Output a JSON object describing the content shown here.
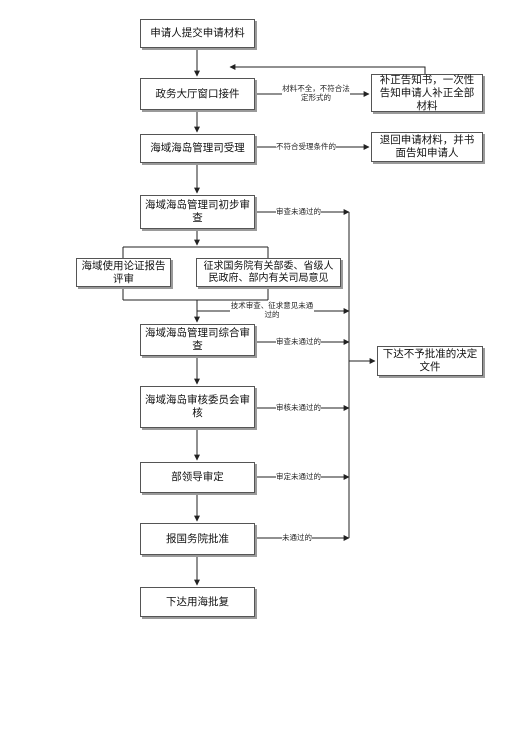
{
  "nodes": {
    "submit": "申请人提交申请材料",
    "window": "政务大厅窗口接件",
    "supplement": "补正告知书，一次性告知申请人补正全部材料",
    "accept": "海域海岛管理司受理",
    "reject_return": "退回申请材料，并书面告知申请人",
    "initial_review": "海域海岛管理司初步审查",
    "expert_review": "海域使用论证报告评审",
    "consult": "征求国务院有关部委、省级人民政府、部内有关司局意见",
    "comprehensive": "海域海岛管理司综合审查",
    "committee": "海域海岛审核委员会审核",
    "leader": "部领导审定",
    "state_council": "报国务院批准",
    "approve": "下达用海批复",
    "deny": "下达不予批准的决定文件"
  },
  "edges": {
    "incomplete": "材料不全，不符合法定形式的",
    "not_conforming": "不符合受理条件的",
    "initial_fail": "审查未通过的",
    "tech_fail": "技术审查、征求意见未通过的",
    "comprehensive_fail": "审查未通过的",
    "committee_fail": "审核未通过的",
    "leader_fail": "审定未通过的",
    "council_fail": "未通过的"
  }
}
